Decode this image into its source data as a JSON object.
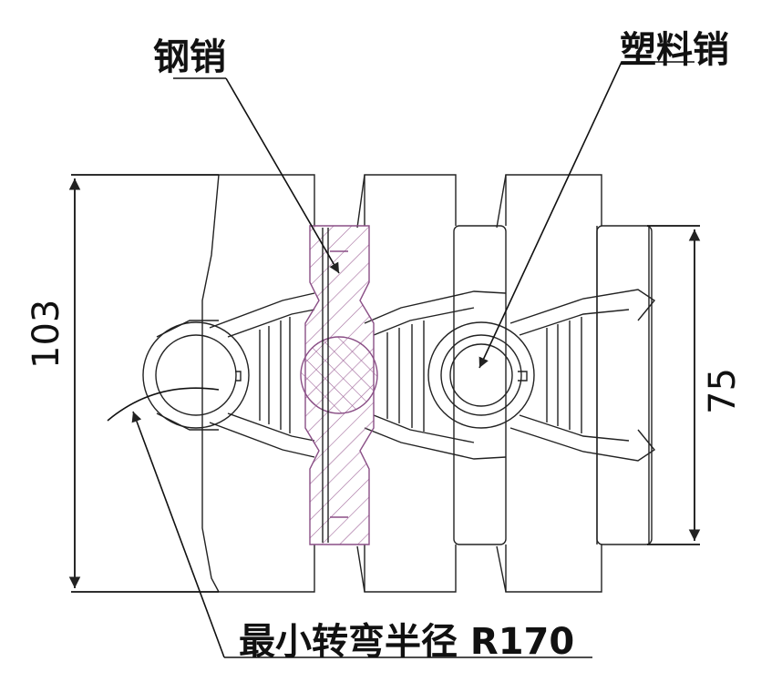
{
  "labels": {
    "steel_pin": "钢销",
    "plastic_pin": "塑料销",
    "min_turn_radius": "最小转弯半径 R170"
  },
  "dimensions": {
    "overall_height": "103",
    "inner_height": "75"
  },
  "colors": {
    "line": "#222222",
    "steel_pin_hatch": "#a0669a"
  }
}
